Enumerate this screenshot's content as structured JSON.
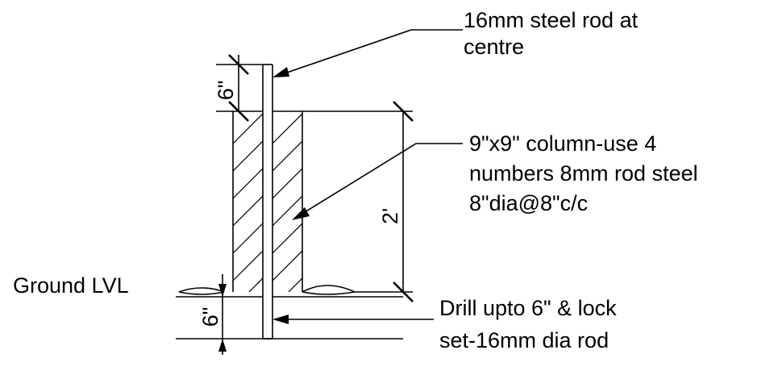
{
  "labels": {
    "steel_rod": [
      "16mm steel rod at",
      "centre"
    ],
    "column": [
      "9\"x9\" column-use 4",
      "numbers 8mm rod steel",
      "8\"dia@8\"c/c"
    ],
    "ground": "Ground LVL",
    "drill": [
      "Drill upto 6\" & lock",
      "set-16mm dia rod"
    ]
  },
  "dimensions": {
    "rod_projection": "6\"",
    "column_height": "2'",
    "embed_depth": "6\""
  }
}
